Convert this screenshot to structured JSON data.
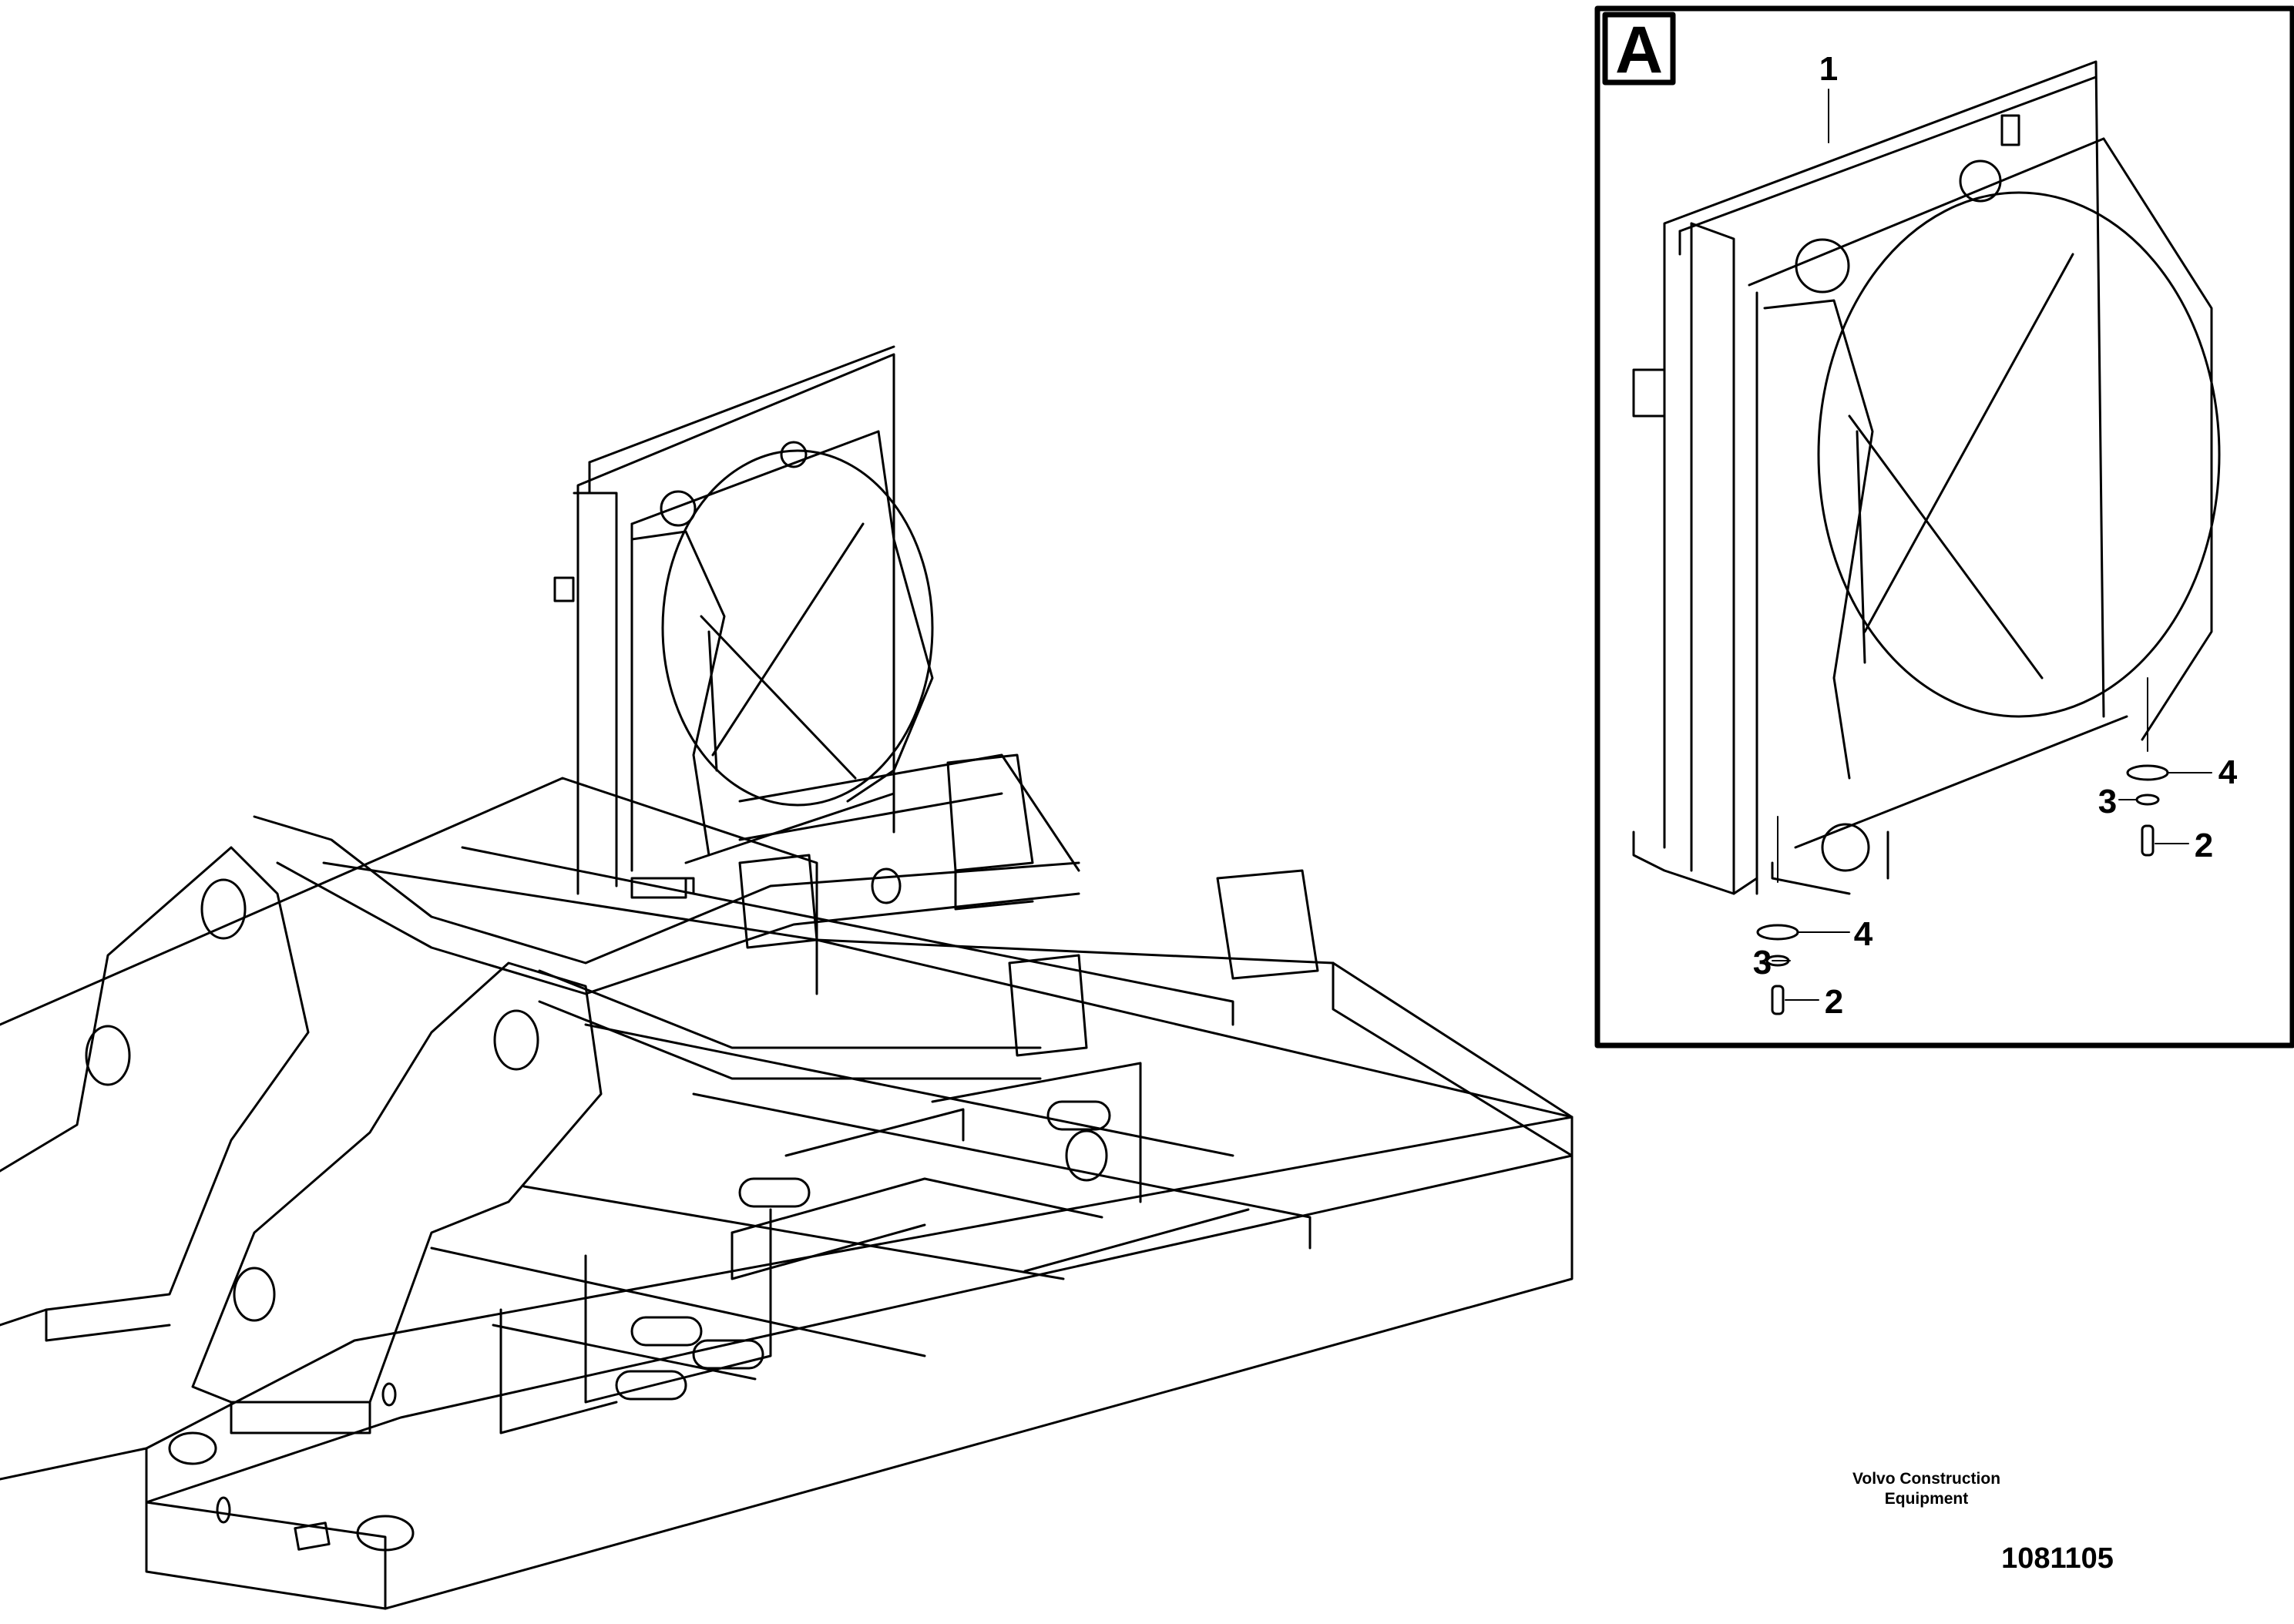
{
  "detail": {
    "label": "A"
  },
  "callouts": {
    "c1": "1",
    "c2a": "2",
    "c2b": "2",
    "c3a": "3",
    "c3b": "3",
    "c4a": "4",
    "c4b": "4"
  },
  "footer": {
    "company_line1": "Volvo Construction",
    "company_line2": "Equipment",
    "diagram_number": "1081105"
  },
  "colors": {
    "line": "#000000",
    "background": "#ffffff"
  }
}
